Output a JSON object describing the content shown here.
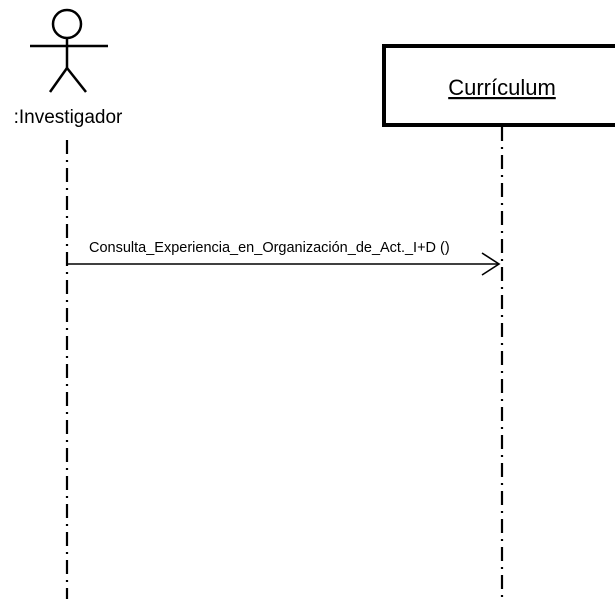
{
  "diagram": {
    "type": "sequence",
    "actor": {
      "label": ":Investigador"
    },
    "object": {
      "label": "Currículum"
    },
    "messages": [
      {
        "from": "actor",
        "to": "object",
        "label": "Consulta_Experiencia_en_Organización_de_Act._I+D ()"
      }
    ]
  }
}
